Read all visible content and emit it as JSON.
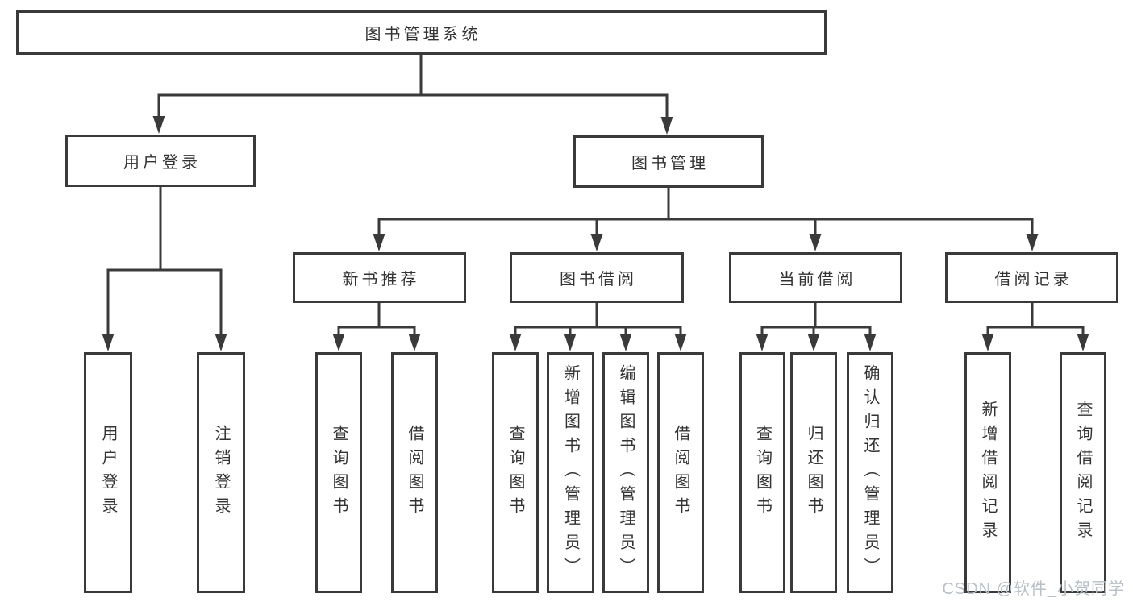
{
  "diagram": {
    "root": {
      "label": "图书管理系统"
    },
    "level2": [
      {
        "id": "user-login",
        "label": "用户登录"
      },
      {
        "id": "book-management",
        "label": "图书管理"
      }
    ],
    "level3": [
      {
        "id": "new-book-recommend",
        "label": "新书推荐"
      },
      {
        "id": "book-borrowing",
        "label": "图书借阅"
      },
      {
        "id": "current-borrowing",
        "label": "当前借阅"
      },
      {
        "id": "borrow-records",
        "label": "借阅记录"
      }
    ],
    "leaves": [
      {
        "group": "user-login",
        "label": "用户登录"
      },
      {
        "group": "user-login",
        "label": "注销登录"
      },
      {
        "group": "new-book-recommend",
        "label": "查询图书"
      },
      {
        "group": "new-book-recommend",
        "label": "借阅图书"
      },
      {
        "group": "book-borrowing",
        "label": "查询图书"
      },
      {
        "group": "book-borrowing",
        "label": "新增图书（管理员）"
      },
      {
        "group": "book-borrowing",
        "label": "编辑图书（管理员）"
      },
      {
        "group": "book-borrowing",
        "label": "借阅图书"
      },
      {
        "group": "current-borrowing",
        "label": "查询图书"
      },
      {
        "group": "current-borrowing",
        "label": "归还图书"
      },
      {
        "group": "current-borrowing",
        "label": "确认归还（管理员）"
      },
      {
        "group": "borrow-records",
        "label": "新增借阅记录"
      },
      {
        "group": "borrow-records",
        "label": "查询借阅记录"
      }
    ]
  },
  "watermark": {
    "text": "CSDN @软件_小贺同学"
  },
  "colors": {
    "line": "#3a3a3a",
    "box_border": "#3a3a3a",
    "box_fill": "#ffffff",
    "text": "#333333",
    "background": "#ffffff",
    "watermark": "#b9bfc6"
  }
}
